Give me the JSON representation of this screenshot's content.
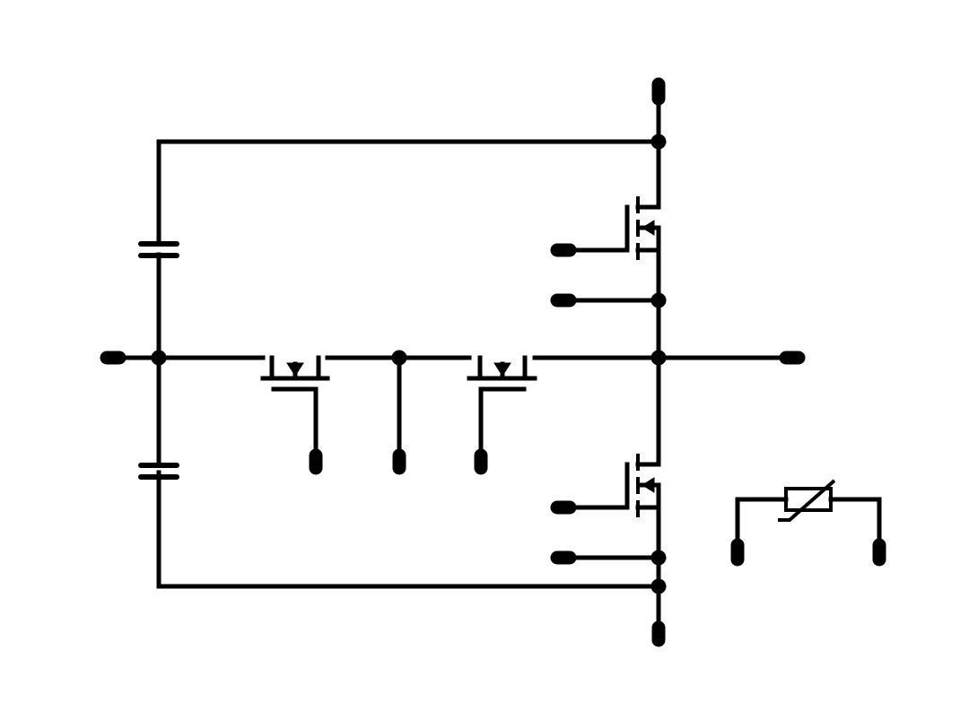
{
  "diagram": {
    "kind": "circuit-schematic",
    "stroke_color": "#000000",
    "background_color": "#ffffff",
    "components": [
      {
        "type": "capacitor",
        "name": "capacitor-top"
      },
      {
        "type": "capacitor",
        "name": "capacitor-bottom"
      },
      {
        "type": "mosfet",
        "name": "mosfet-high-side"
      },
      {
        "type": "mosfet",
        "name": "mosfet-low-side"
      },
      {
        "type": "mosfet",
        "name": "mosfet-bidirectional-left"
      },
      {
        "type": "mosfet",
        "name": "mosfet-bidirectional-right"
      },
      {
        "type": "varistor",
        "name": "varistor"
      }
    ],
    "terminals": [
      "terminal-top",
      "terminal-bottom",
      "terminal-left",
      "terminal-right",
      "terminal-high-side-gate",
      "terminal-high-side-source",
      "terminal-low-side-gate",
      "terminal-low-side-source",
      "terminal-bidir-left-gate",
      "terminal-bidir-midpoint",
      "terminal-bidir-right-gate",
      "terminal-varistor-left",
      "terminal-varistor-right"
    ]
  }
}
